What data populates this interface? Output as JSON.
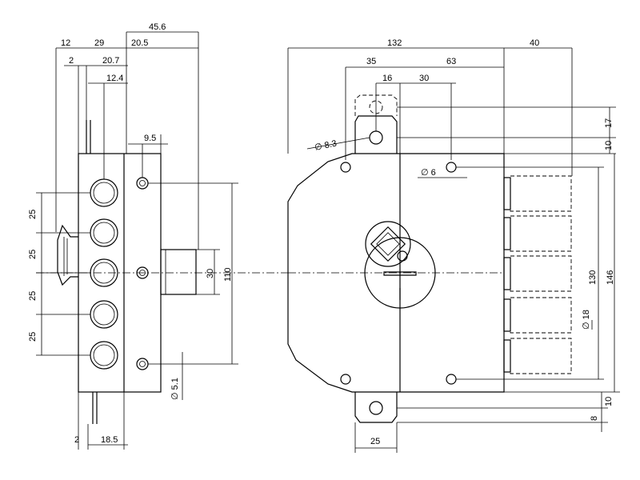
{
  "left_view": {
    "dims": {
      "d_12": "12",
      "d_29": "29",
      "d_20_5": "20.5",
      "d_45_6": "45.6",
      "d_2_top": "2",
      "d_20_7": "20.7",
      "d_12_4": "12.4",
      "d_9_5": "9.5",
      "d_25_a": "25",
      "d_25_b": "25",
      "d_25_c": "25",
      "d_25_d": "25",
      "d_30": "30",
      "d_110": "110",
      "d_5_1": "∅ 5.1",
      "d_2_bottom": "2",
      "d_18_5": "18.5"
    }
  },
  "right_view": {
    "dims": {
      "d_132": "132",
      "d_40": "40",
      "d_35": "35",
      "d_63": "63",
      "d_16": "16",
      "d_30": "30",
      "d_8_3": "∅ 8.3",
      "d_6": "∅ 6",
      "d_17": "17",
      "d_10_top": "10",
      "d_130": "130",
      "d_146": "146",
      "d_18": "∅ 18",
      "d_10_bottom": "10",
      "d_8": "8",
      "d_25": "25"
    }
  }
}
